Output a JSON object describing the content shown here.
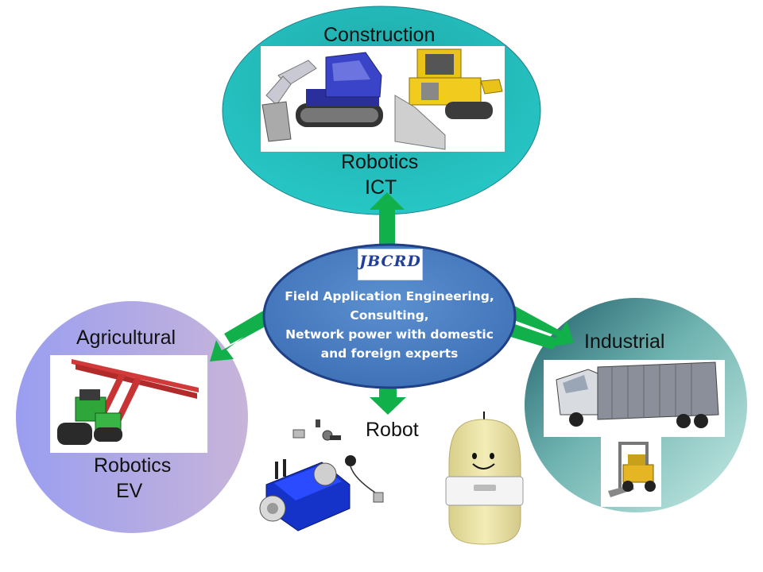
{
  "center": {
    "logo_text": "JBCRD",
    "lines": [
      "Field Application Engineering,",
      "Consulting,",
      "Network power with domestic",
      "and foreign experts"
    ]
  },
  "construction": {
    "title": "Construction",
    "tech": [
      "Robotics",
      "ICT"
    ]
  },
  "agricultural": {
    "title": "Agricultural",
    "tech": [
      "Robotics",
      "EV"
    ]
  },
  "industrial": {
    "title": "Industrial"
  },
  "robot": {
    "title": "Robot"
  },
  "colors": {
    "construction_ellipse": "#1fb8b8",
    "agricultural_ellipse": "#a3a3e6",
    "industrial_ellipse": "#5aa9a9",
    "center_ellipse": "#4a7fc1",
    "center_border": "#1f3f86",
    "arrow": "#11b04a"
  },
  "icons": [
    "excavator-icon",
    "bulldozer-icon",
    "tractor-icon",
    "truck-icon",
    "forklift-icon",
    "rover-robot-icon",
    "capsule-robot-icon"
  ]
}
